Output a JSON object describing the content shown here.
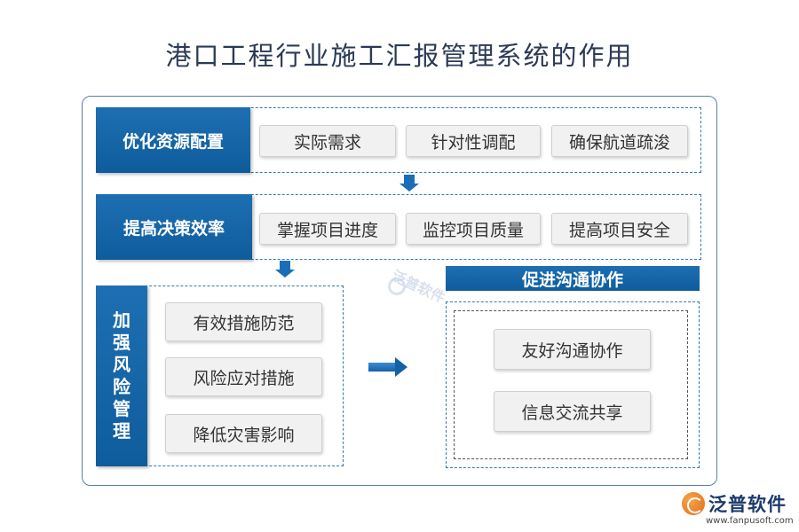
{
  "title": "港口工程行业施工汇报管理系统的作用",
  "section1": {
    "label": "优化资源配置",
    "items": [
      "实际需求",
      "针对性调配",
      "确保航道疏浚"
    ]
  },
  "section2": {
    "label": "提高决策效率",
    "items": [
      "掌握项目进度",
      "监控项目质量",
      "提高项目安全"
    ]
  },
  "section3": {
    "label_chars": [
      "加",
      "强",
      "风",
      "险",
      "管",
      "理"
    ],
    "items": [
      "有效措施防范",
      "风险应对措施",
      "降低灾害影响"
    ]
  },
  "section4": {
    "label": "促进沟通协作",
    "items": [
      "友好沟通协作",
      "信息交流共享"
    ]
  },
  "watermark": "泛普软件",
  "logo": {
    "text": "泛普软件",
    "url": "www.fanpusoft.com"
  },
  "colors": {
    "accent": "#1d6fb3",
    "frame": "#5a7fb0",
    "chip_bg": "#f1f1f1"
  }
}
